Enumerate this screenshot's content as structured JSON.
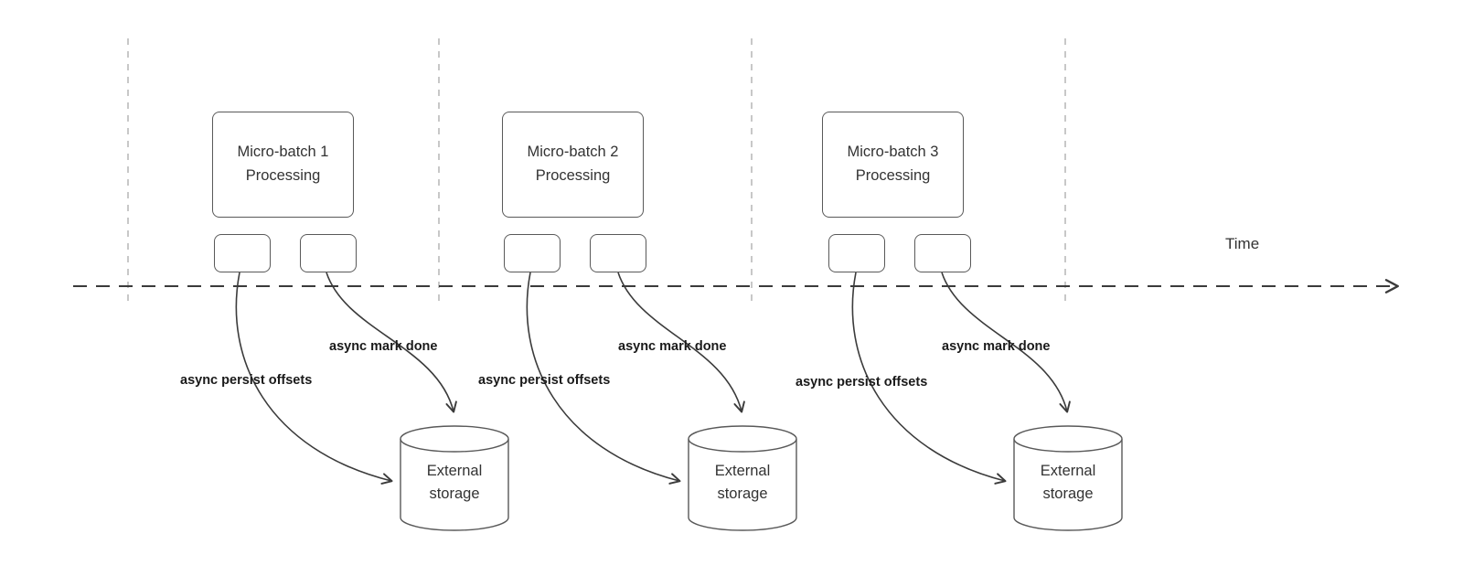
{
  "diagram": {
    "time_label": "Time",
    "groups": [
      {
        "batch_label_line1": "Micro-batch 1",
        "batch_label_line2": "Processing",
        "persist_label": "async persist offsets",
        "mark_done_label": "async mark done",
        "storage_label_line1": "External",
        "storage_label_line2": "storage"
      },
      {
        "batch_label_line1": "Micro-batch 2",
        "batch_label_line2": "Processing",
        "persist_label": "async persist offsets",
        "mark_done_label": "async mark done",
        "storage_label_line1": "External",
        "storage_label_line2": "storage"
      },
      {
        "batch_label_line1": "Micro-batch 3",
        "batch_label_line2": "Processing",
        "persist_label": "async persist offsets",
        "mark_done_label": "async mark done",
        "storage_label_line1": "External",
        "storage_label_line2": "storage"
      }
    ],
    "colors": {
      "arrow": "#3b3b3b",
      "gridline": "#b5b5b5",
      "box_border": "#595959",
      "text": "#333333"
    }
  }
}
